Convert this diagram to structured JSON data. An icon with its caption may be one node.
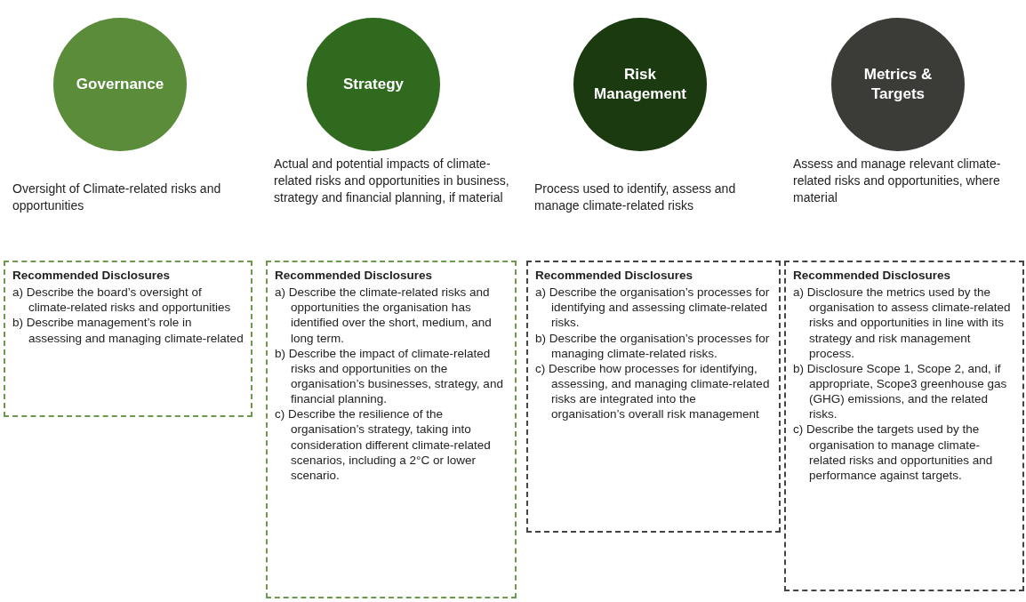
{
  "diagram": {
    "nodes": [
      {
        "text": [
          "Governance"
        ],
        "beside": [
          "Oversight of Climate-related risks and opportunities"
        ]
      },
      {
        "text": [
          "Strategy"
        ],
        "beside": [
          "Actual and potential impacts of climate-related risks and opportunities in business, strategy and financial planning, if material"
        ]
      },
      {
        "text": [
          "Risk Management"
        ],
        "beside": [
          "Process used to identify, assess and manage climate-related risks"
        ]
      },
      {
        "text": [
          "Metrics & Targets"
        ],
        "beside": [
          "Assess and manage relevant climate-related risks and opportunities, where material"
        ]
      },
      {
        "text": [
          "Recommended Disclosures",
          "a) Describe the board’s oversight of climate-related risks and opportunities",
          "b) Describe management’s role in assessing and managing climate-related"
        ]
      },
      {
        "text": [
          "Recommended Disclosures",
          "a) Describe the climate-related risks and opportunities the organisation has identified over the short, medium, and long term.",
          "b) Describe the impact of climate-related risks and opportunities on the organisation’s businesses, strategy, and financial planning.",
          "c) Describe the resilience of the organisation’s strategy, taking into consideration different climate-related scenarios, including a 2°C or lower scenario."
        ]
      },
      {
        "text": [
          "Recommended Disclosures",
          "a) Describe the organisation’s processes for identifying and assessing climate-related risks.",
          "b) Describe the organisation’s processes for managing climate-related risks.",
          "c) Describe how processes for identifying, assessing, and managing climate-related risks are integrated into the organisation’s overall risk management"
        ]
      },
      {
        "text": [
          "Recommended Disclosures",
          "a) Disclosure the metrics used by the organisation to assess climate-related risks and opportunities in line with its strategy and risk management process.",
          "b) Disclosure Scope 1, Scope 2, and, if appropriate, Scope3 greenhouse gas (GHG) emissions, and the related risks.",
          "c) Describe the targets used by the organisation to manage climate-related risks and opportunities and performance against targets."
        ]
      }
    ],
    "edges": []
  }
}
